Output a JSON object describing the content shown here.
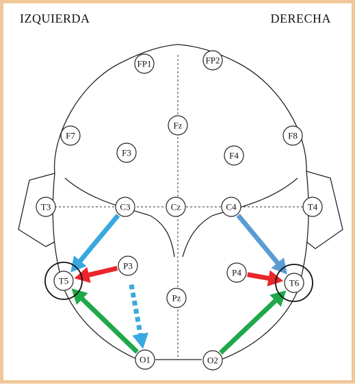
{
  "header": {
    "left_label": "IZQUIERDA",
    "right_label": "DERECHA"
  },
  "electrodes": [
    {
      "id": "FP1",
      "label": "FP1"
    },
    {
      "id": "FP2",
      "label": "FP2"
    },
    {
      "id": "Fz",
      "label": "Fz"
    },
    {
      "id": "F7",
      "label": "F7"
    },
    {
      "id": "F8",
      "label": "F8"
    },
    {
      "id": "F3",
      "label": "F3"
    },
    {
      "id": "F4",
      "label": "F4"
    },
    {
      "id": "T3",
      "label": "T3"
    },
    {
      "id": "C3",
      "label": "C3"
    },
    {
      "id": "Cz",
      "label": "Cz"
    },
    {
      "id": "C4",
      "label": "C4"
    },
    {
      "id": "T4",
      "label": "T4"
    },
    {
      "id": "T5",
      "label": "T5",
      "highlighted": true
    },
    {
      "id": "P3",
      "label": "P3"
    },
    {
      "id": "P4",
      "label": "P4"
    },
    {
      "id": "T6",
      "label": "T6",
      "highlighted": true
    },
    {
      "id": "Pz",
      "label": "Pz"
    },
    {
      "id": "O1",
      "label": "O1"
    },
    {
      "id": "O2",
      "label": "O2"
    }
  ],
  "connections": [
    {
      "from": "C3",
      "to": "T5",
      "color": "#3aa8e0",
      "style": "solid"
    },
    {
      "from": "C4",
      "to": "T6",
      "color": "#5b9bd5",
      "style": "solid"
    },
    {
      "from": "P3",
      "to": "T5",
      "color": "#e8262b",
      "style": "solid"
    },
    {
      "from": "P4",
      "to": "T6",
      "color": "#e8262b",
      "style": "solid"
    },
    {
      "from": "O1",
      "to": "T5",
      "color": "#1fa84a",
      "style": "solid"
    },
    {
      "from": "O2",
      "to": "T6",
      "color": "#1fa84a",
      "style": "solid"
    },
    {
      "from": "P3",
      "to": "O1",
      "color": "#3aa8e0",
      "style": "dashed"
    }
  ],
  "colors": {
    "border": "#f0c89a",
    "outline": "#222222"
  }
}
